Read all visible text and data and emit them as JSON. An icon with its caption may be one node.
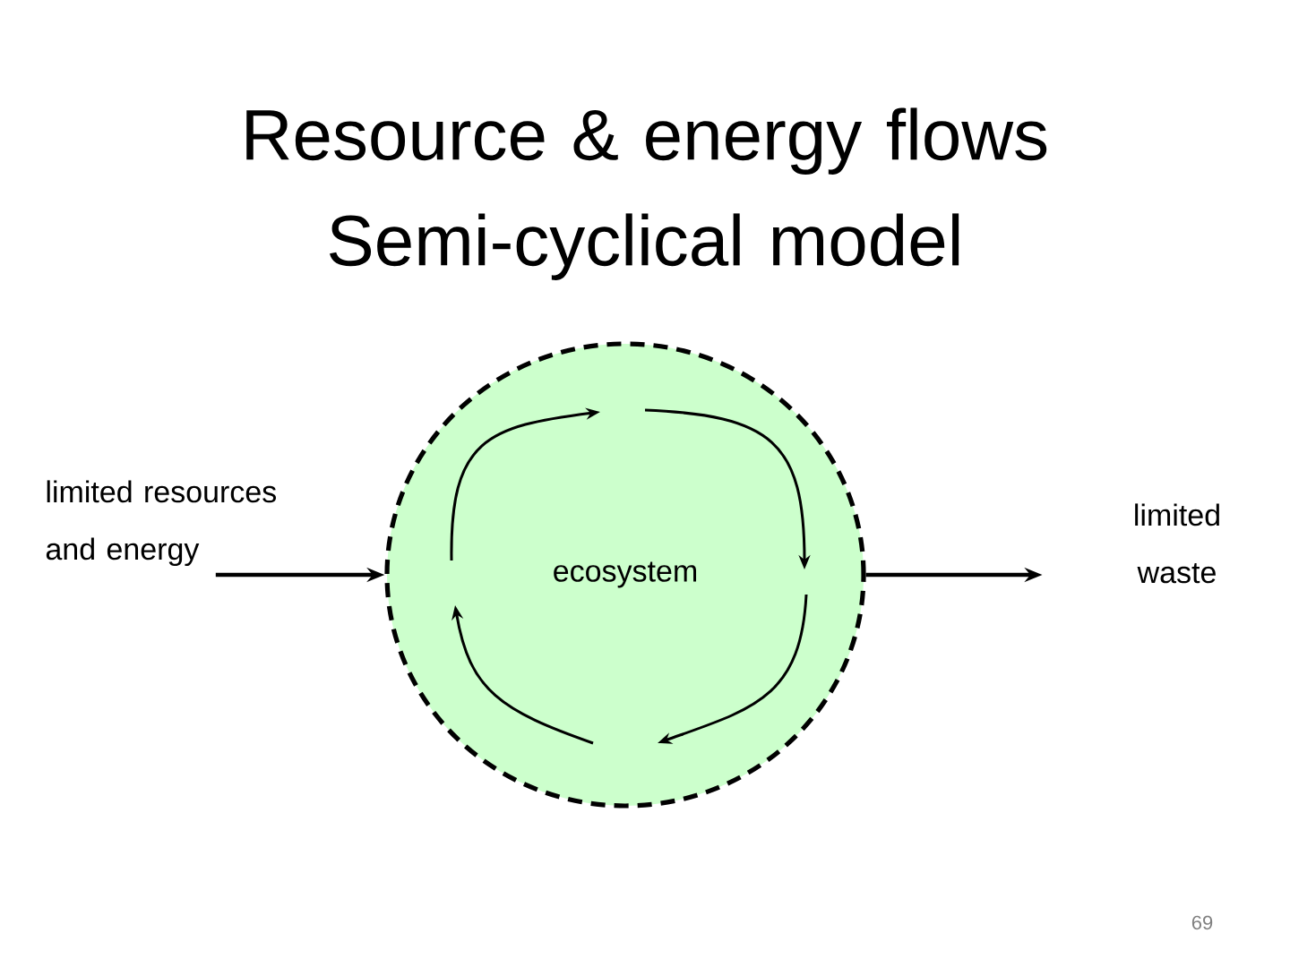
{
  "diagram": {
    "title": "Resource & energy flows Semi-cyclical model",
    "nodes": [
      {
        "text": [
          "limited resources and energy"
        ]
      },
      {
        "text": [
          "ecosystem"
        ]
      },
      {
        "text": [
          "limited waste"
        ]
      }
    ],
    "edges": [
      {
        "from": 0,
        "to": 1,
        "arrow": "to"
      },
      {
        "from": 1,
        "to": 2,
        "arrow": "to"
      }
    ],
    "labels": [
      "69"
    ]
  }
}
